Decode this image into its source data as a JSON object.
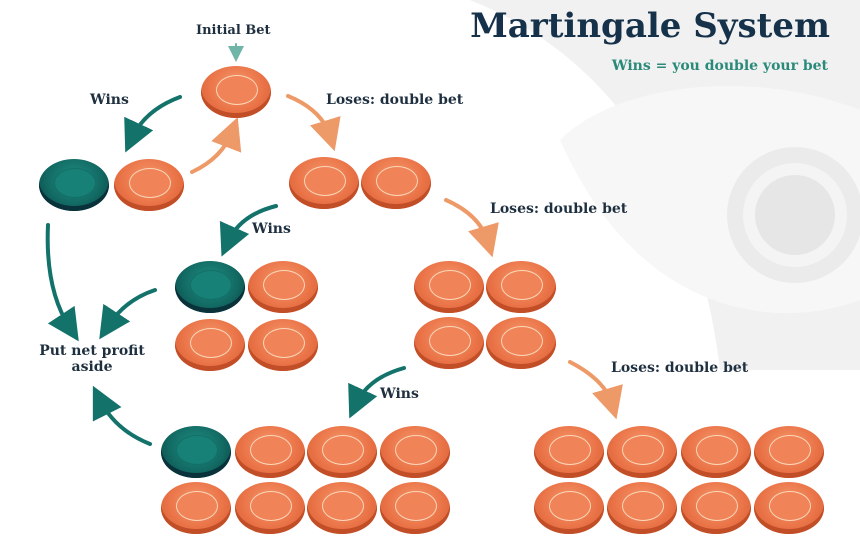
{
  "title": "Martingale System",
  "subtitle": "Wins = you double your bet",
  "labels": {
    "initial_bet": "Initial Bet",
    "wins_1": "Wins",
    "loses_1": "Loses: double bet",
    "wins_2": "Wins",
    "loses_2": "Loses: double bet",
    "wins_3": "Wins",
    "loses_3": "Loses: double bet",
    "profit": "Put net profit",
    "profit_2": "aside"
  },
  "colors": {
    "win": "#13736b",
    "lose": "#ea7448",
    "title": "#16324a",
    "subtitle": "#2a8a7a"
  }
}
